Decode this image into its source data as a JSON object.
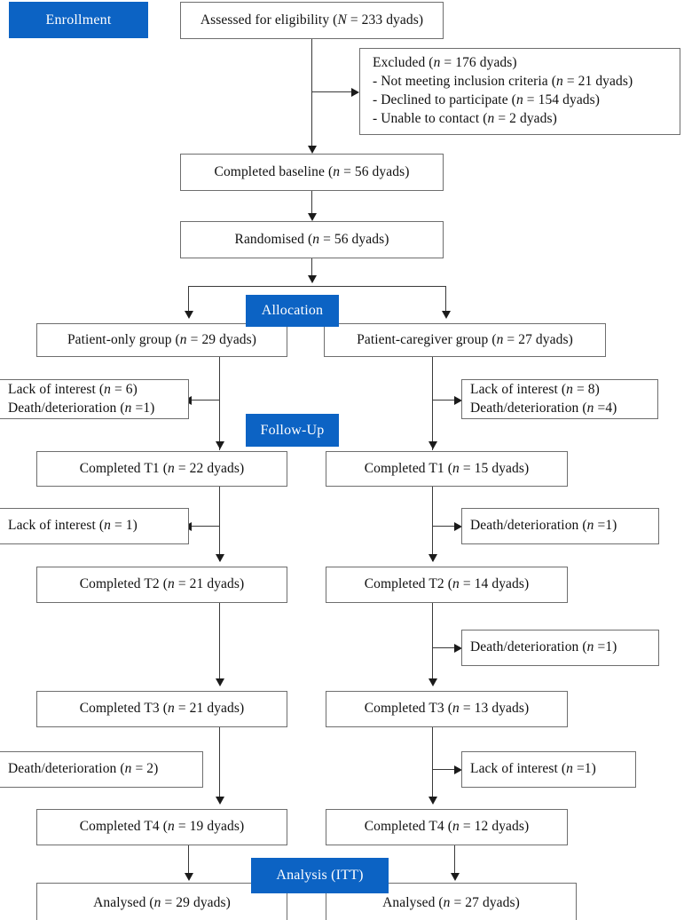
{
  "diagram": {
    "title": "CONSORT participant flow diagram",
    "accent_color": "#0c63c4",
    "box_border_color": "#6e6e6e",
    "connector_color": "#3a3a3a",
    "background": "#ffffff"
  },
  "stages": {
    "enrollment": "Enrollment",
    "allocation": "Allocation",
    "followup": "Follow-Up",
    "analysis": "Analysis (ITT)"
  },
  "enrollment": {
    "assessed": "Assessed for eligibility (N = 233 dyads)",
    "excluded_title": "Excluded (n = 176 dyads)",
    "excluded_reasons": [
      "- Not meeting inclusion criteria (n = 21 dyads)",
      "- Declined to participate (n = 154 dyads)",
      "- Unable to contact (n = 2 dyads)"
    ],
    "baseline": "Completed baseline (n = 56 dyads)",
    "randomised": "Randomised (n = 56 dyads)"
  },
  "arms": {
    "left": {
      "group": "Patient-only group (n = 29 dyads)",
      "dropouts_t1": [
        "Lack of interest (n = 6)",
        "Death/deterioration (n =1)"
      ],
      "t1": "Completed T1 (n = 22 dyads)",
      "dropouts_t2": [
        "Lack of interest (n = 1)"
      ],
      "t2": "Completed T2 (n = 21 dyads)",
      "dropouts_t3": [],
      "t3": "Completed T3 (n = 21 dyads)",
      "dropouts_t4": [
        "Death/deterioration (n = 2)"
      ],
      "t4": "Completed T4 (n = 19 dyads)",
      "analysed": "Analysed (n = 29 dyads)"
    },
    "right": {
      "group": "Patient-caregiver group (n = 27 dyads)",
      "dropouts_t1": [
        "Lack of interest (n = 8)",
        "Death/deterioration (n =4)"
      ],
      "t1": "Completed T1 (n = 15 dyads)",
      "dropouts_t2": [
        "Death/deterioration (n =1)"
      ],
      "t2": "Completed T2 (n = 14 dyads)",
      "dropouts_t3": [
        "Death/deterioration (n =1)"
      ],
      "t3": "Completed T3 (n = 13 dyads)",
      "dropouts_t4": [
        "Lack of interest (n =1)"
      ],
      "t4": "Completed T4 (n = 12 dyads)",
      "analysed": "Analysed (n = 27 dyads)"
    }
  }
}
